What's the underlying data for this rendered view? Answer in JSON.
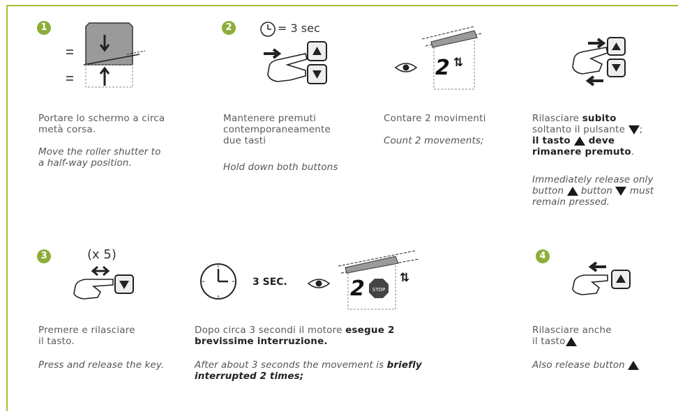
{
  "steps": {
    "s1": {
      "badge": "1",
      "it_line1": "Portare lo schermo a circa",
      "it_line2": "metà corsa.",
      "en_line1": "Move the roller shutter to",
      "en_line2": "a half-way position."
    },
    "s2": {
      "badge": "2",
      "timer": "= 3 sec",
      "it_line1": "Mantenere premuti",
      "it_line2": "contemporaneamente",
      "it_line3": "due tasti",
      "en_line1": "Hold down both buttons"
    },
    "s2b": {
      "count": "2",
      "it_line1": "Contare 2 movimenti",
      "en_line1": "Count 2 movements;"
    },
    "s2c": {
      "it_a": "Rilasciare ",
      "it_b": "subito",
      "it_c": "soltanto il pulsante ",
      "it_c2": ";",
      "it_d": "il tasto ",
      "it_e": " deve",
      "it_f": "rimanere premuto",
      "it_g": ".",
      "en_a": "Immediately release only",
      "en_b": "button ",
      "en_c": " button ",
      "en_d": " must",
      "en_e": "remain pressed."
    },
    "s3": {
      "badge": "3",
      "repeat": "(x 5)",
      "it_line1": "Premere e rilasciare",
      "it_line2": "il tasto.",
      "en_line1": "Press and release the key."
    },
    "s3b": {
      "sec_label": "3 SEC.",
      "count": "2",
      "stop": "STOP",
      "it_a": "Dopo circa 3 secondi il motore ",
      "it_b": "esegue 2",
      "it_c": "brevissime interruzione.",
      "en_a": "After about 3 seconds the movement is ",
      "en_b": "briefly",
      "en_c": "interrupted 2 times;"
    },
    "s4": {
      "badge": "4",
      "it_line1": "Rilasciare anche",
      "it_line2": "il tasto",
      "en_line1": "Also release button "
    }
  },
  "colors": {
    "accent": "#8dae3a",
    "frame": "#a4bd2e"
  }
}
